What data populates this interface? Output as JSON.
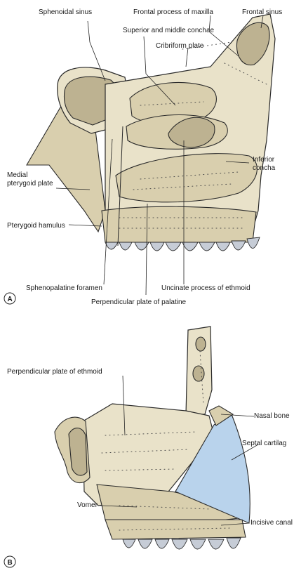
{
  "panel_a": {
    "letter": "A",
    "labels": {
      "sphenoidal_sinus": "Sphenoidal sinus",
      "frontal_process_maxilla": "Frontal process of maxilla",
      "frontal_sinus": "Frontal sinus",
      "superior_middle_conchae": "Superior and middle conchae",
      "cribriform_plate": "Cribriform plate",
      "inferior_concha_1": "Inferior",
      "inferior_concha_2": "concha",
      "medial_pterygoid_1": "Medial",
      "medial_pterygoid_2": "pterygoid plate",
      "pterygoid_hamulus": "Pterygoid hamulus",
      "sphenopalatine_foramen": "Sphenopalatine foramen",
      "uncinate_process": "Uncinate process of ethmoid",
      "perpendicular_plate_palatine": "Perpendicular plate of palatine"
    }
  },
  "panel_b": {
    "letter": "B",
    "labels": {
      "perpendicular_plate_ethmoid": "Perpendicular plate of ethmoid",
      "nasal_bone": "Nasal bone",
      "septal_cartilage": "Septal cartilag",
      "vomer": "Vomer",
      "incisive_canal": "Incisive canal"
    }
  }
}
